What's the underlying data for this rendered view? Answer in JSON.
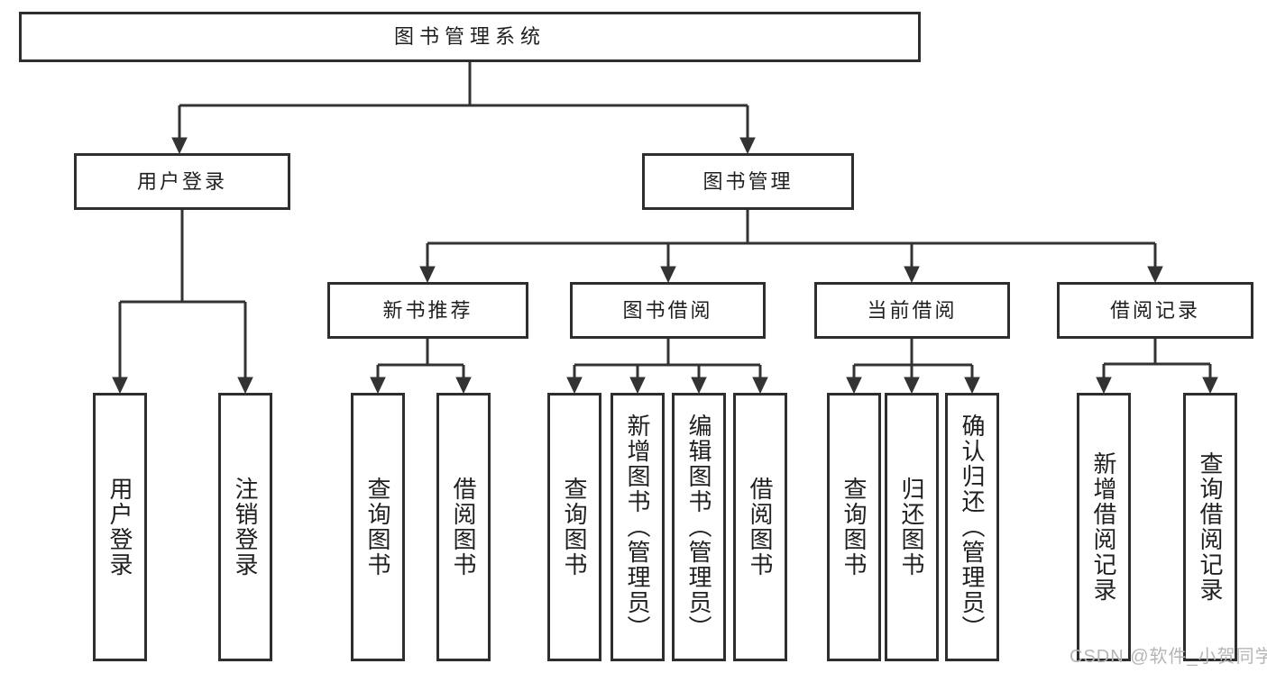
{
  "diagram": {
    "title": "图书管理系统",
    "root": {
      "label": "图书管理系统"
    },
    "level2": [
      {
        "label": "用户登录"
      },
      {
        "label": "图书管理"
      }
    ],
    "level3": [
      {
        "label": "新书推荐",
        "parent": "图书管理"
      },
      {
        "label": "图书借阅",
        "parent": "图书管理"
      },
      {
        "label": "当前借阅",
        "parent": "图书管理"
      },
      {
        "label": "借阅记录",
        "parent": "图书管理"
      }
    ],
    "leaves": [
      {
        "label": "用户登录",
        "parent": "用户登录"
      },
      {
        "label": "注销登录",
        "parent": "用户登录"
      },
      {
        "label": "查询图书",
        "parent": "新书推荐"
      },
      {
        "label": "借阅图书",
        "parent": "新书推荐"
      },
      {
        "label": "查询图书",
        "parent": "图书借阅"
      },
      {
        "label": "新增图书（管理员）",
        "parent": "图书借阅"
      },
      {
        "label": "编辑图书（管理员）",
        "parent": "图书借阅"
      },
      {
        "label": "借阅图书",
        "parent": "图书借阅"
      },
      {
        "label": "查询图书",
        "parent": "当前借阅"
      },
      {
        "label": "归还图书",
        "parent": "当前借阅"
      },
      {
        "label": "确认归还（管理员）",
        "parent": "当前借阅"
      },
      {
        "label": "新增借阅记录",
        "parent": "借阅记录"
      },
      {
        "label": "查询借阅记录",
        "parent": "借阅记录"
      }
    ],
    "watermark": "CSDN @软件_小贺同学",
    "colors": {
      "line": "#333333",
      "text": "#1f1f1f",
      "watermark": "#b5b5b5",
      "background": "#ffffff"
    }
  }
}
